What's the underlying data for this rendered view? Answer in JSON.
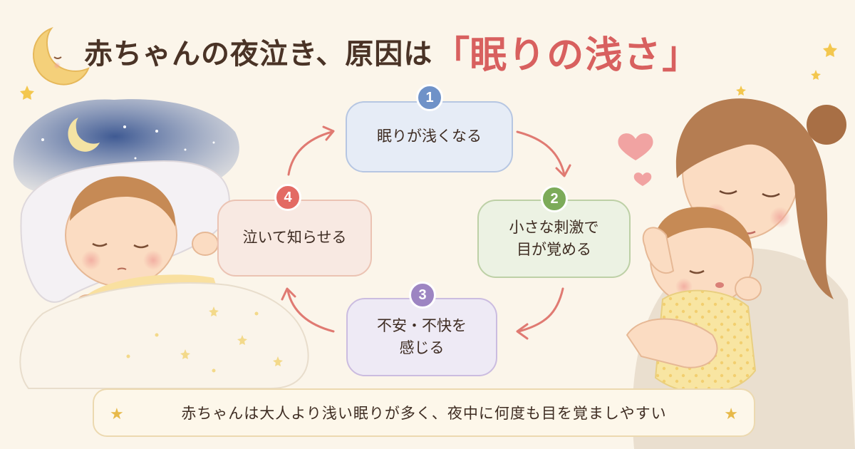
{
  "title": {
    "main": "赤ちゃんの夜泣き、原因は",
    "open_bracket": "「",
    "accent": "眠りの浅さ",
    "close_bracket": "」"
  },
  "cycle": [
    {
      "number": "1",
      "label": "眠りが浅くなる",
      "color": "#6f92c8"
    },
    {
      "number": "2",
      "label": "小さな刺激で\n目が覚める",
      "color": "#7cab59"
    },
    {
      "number": "3",
      "label": "不安・不快を\n感じる",
      "color": "#9d85c2"
    },
    {
      "number": "4",
      "label": "泣いて知らせる",
      "color": "#e36a64"
    }
  ],
  "footer": {
    "text": "赤ちゃんは大人より浅い眠りが多く、夜中に何度も目を覚ましやすい"
  },
  "colors": {
    "arrow": "#e07a72",
    "title_accent": "#d8605f",
    "title_text": "#4a3326"
  },
  "illustrations": [
    "moon-icon",
    "sleeping-baby-illustration",
    "mother-holding-baby-illustration",
    "heart-icon",
    "star-icon"
  ]
}
